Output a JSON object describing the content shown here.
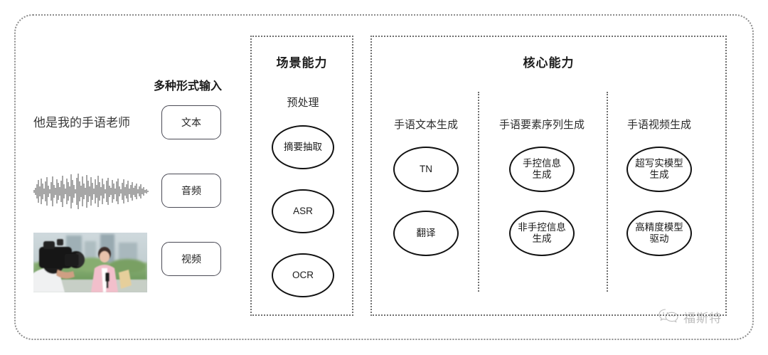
{
  "diagram": {
    "outer_frame": "dotted-rounded-frame",
    "input_section": {
      "heading": "多种形式输入",
      "sample_text": "他是我的手语老师",
      "modalities": [
        {
          "label": "文本",
          "icon": "text-sample-icon"
        },
        {
          "label": "音频",
          "icon": "audio-waveform-icon"
        },
        {
          "label": "视频",
          "icon": "video-thumbnail-icon"
        }
      ]
    },
    "scene_section": {
      "title": "场景能力",
      "columns": [
        {
          "label": "预处理",
          "nodes": [
            "摘要抽取",
            "ASR",
            "OCR"
          ]
        }
      ]
    },
    "core_section": {
      "title": "核心能力",
      "columns": [
        {
          "label": "手语文本生成",
          "nodes": [
            "TN",
            "翻译"
          ]
        },
        {
          "label": "手语要素序列生成",
          "nodes": [
            "手控信息\n生成",
            "非手控信息\n生成"
          ]
        },
        {
          "label": "手语视频生成",
          "nodes": [
            "超写实模型\n生成",
            "高精度模型\n驱动"
          ]
        }
      ]
    },
    "watermark": {
      "text": "福斯特",
      "icon": "wechat-logo-icon"
    },
    "colors": {
      "frame": "#8d8d8d",
      "box_border": "#6f6f6f",
      "ellipse_border": "#111111",
      "pill_border": "#4a4a55",
      "text": "#1c1c1c",
      "background": "#ffffff"
    }
  }
}
